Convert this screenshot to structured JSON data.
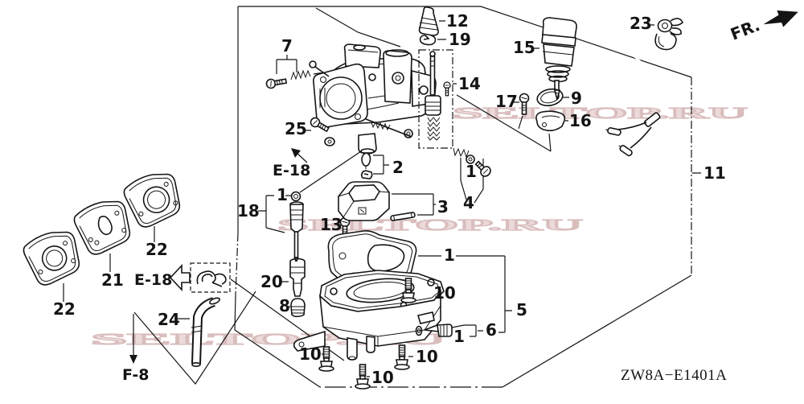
{
  "diagram": {
    "code": "ZW8A−E1401A",
    "direction_label": "FR.",
    "watermark": {
      "text": "SELTOP.RU"
    },
    "section_refs": {
      "e18": "E-18",
      "f8": "F-8"
    },
    "part_labels": {
      "p1": "1",
      "p2": "2",
      "p3": "3",
      "p4": "4",
      "p5": "5",
      "p6": "6",
      "p7": "7",
      "p8": "8",
      "p9": "9",
      "p10": "10",
      "p11": "11",
      "p12": "12",
      "p13": "13",
      "p14": "14",
      "p15": "15",
      "p16": "16",
      "p17": "17",
      "p18": "18",
      "p19": "19",
      "p20": "20",
      "p21": "21",
      "p22": "22",
      "p23": "23",
      "p24": "24",
      "p25": "25"
    }
  }
}
